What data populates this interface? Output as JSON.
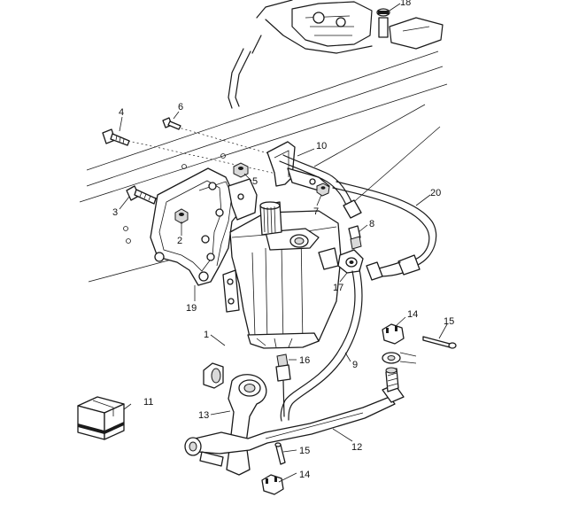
{
  "callouts": [
    {
      "id": "c1",
      "label": "1"
    },
    {
      "id": "c2",
      "label": "2"
    },
    {
      "id": "c3",
      "label": "3"
    },
    {
      "id": "c4",
      "label": "4"
    },
    {
      "id": "c5",
      "label": "5"
    },
    {
      "id": "c6",
      "label": "6"
    },
    {
      "id": "c7",
      "label": "7"
    },
    {
      "id": "c8",
      "label": "8"
    },
    {
      "id": "c9",
      "label": "9"
    },
    {
      "id": "c10",
      "label": "10"
    },
    {
      "id": "c11",
      "label": "11"
    },
    {
      "id": "c12",
      "label": "12"
    },
    {
      "id": "c13",
      "label": "13"
    },
    {
      "id": "c14a",
      "label": "14"
    },
    {
      "id": "c14b",
      "label": "14"
    },
    {
      "id": "c15a",
      "label": "15"
    },
    {
      "id": "c15b",
      "label": "15"
    },
    {
      "id": "c16",
      "label": "16"
    },
    {
      "id": "c17",
      "label": "17"
    },
    {
      "id": "c18",
      "label": "18"
    },
    {
      "id": "c19",
      "label": "19"
    },
    {
      "id": "c20",
      "label": "20"
    }
  ]
}
